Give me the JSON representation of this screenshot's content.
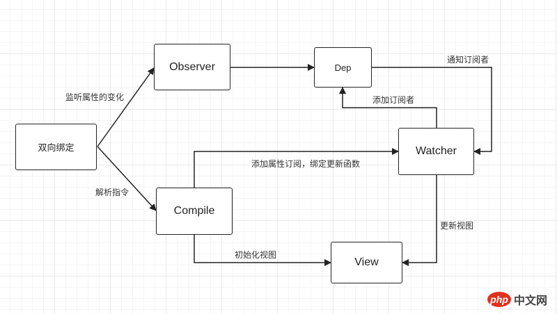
{
  "nodes": {
    "binding": "双向绑定",
    "observer": "Observer",
    "dep": "Dep",
    "watcher": "Watcher",
    "compile": "Compile",
    "view": "View"
  },
  "edges": {
    "binding_to_observer": "监听属性的变化",
    "binding_to_compile": "解析指令",
    "dep_to_watcher": "通知订阅者",
    "watcher_to_dep": "添加订阅者",
    "compile_to_watcher": "添加属性订阅，绑定更新函数",
    "compile_to_view": "初始化视图",
    "watcher_to_view": "更新视图"
  },
  "watermark": {
    "logo": "php",
    "site": "中文网"
  },
  "colors": {
    "stroke": "#222222",
    "watermark": "#e0301e"
  }
}
